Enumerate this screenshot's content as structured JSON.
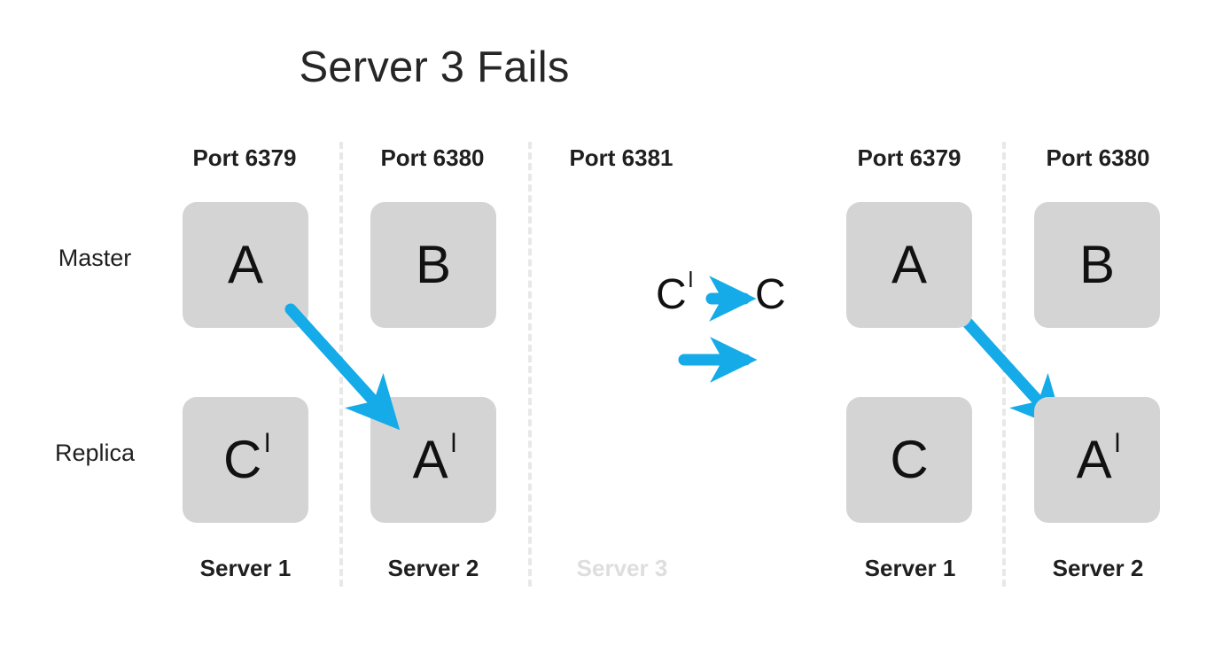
{
  "title": "Server 3 Fails",
  "row_labels": {
    "master": "Master",
    "replica": "Replica"
  },
  "accent_color": "#14ABE8",
  "box_color": "#D4D4D4",
  "dim_color": "#DEDEDE",
  "divider_color": "#E8E8E8",
  "left_panel": {
    "columns": [
      {
        "port": "Port 6379",
        "server": "Server 1",
        "failed": false,
        "master": {
          "letter": "A",
          "prime": ""
        },
        "replica": {
          "letter": "C",
          "prime": "l"
        }
      },
      {
        "port": "Port 6380",
        "server": "Server 2",
        "failed": false,
        "master": {
          "letter": "B",
          "prime": ""
        },
        "replica": {
          "letter": "A",
          "prime": "l"
        }
      },
      {
        "port": "Port 6381",
        "server": "Server 3",
        "failed": true,
        "master": null,
        "replica": null
      }
    ]
  },
  "middle": {
    "promotion_from": "C",
    "promotion_from_prime": "l",
    "promotion_to": "C",
    "promotion_to_prime": "",
    "arrow_icon": "right-arrow-icon",
    "transition_arrow_icon": "right-arrow-icon"
  },
  "right_panel": {
    "columns": [
      {
        "port": "Port 6379",
        "server": "Server 1",
        "failed": false,
        "master": {
          "letter": "A",
          "prime": ""
        },
        "replica": {
          "letter": "C",
          "prime": ""
        }
      },
      {
        "port": "Port 6380",
        "server": "Server 2",
        "failed": false,
        "master": {
          "letter": "B",
          "prime": ""
        },
        "replica": {
          "letter": "A",
          "prime": "l"
        }
      }
    ]
  },
  "replication_arrows": [
    {
      "name": "replication-arrow-left",
      "from": "A",
      "to": "A-prime"
    },
    {
      "name": "replication-arrow-right",
      "from": "A",
      "to": "A-prime"
    }
  ]
}
